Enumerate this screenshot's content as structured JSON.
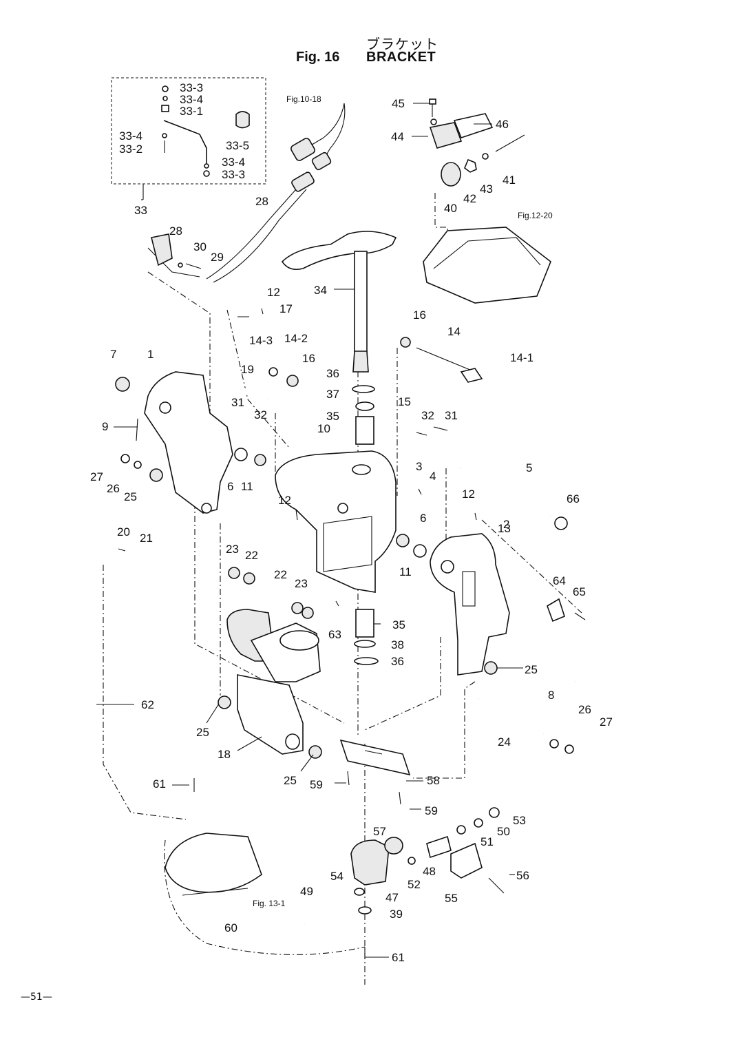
{
  "title": {
    "japanese": "ブラケット",
    "figure": "Fig. 16",
    "name": "BRACKET"
  },
  "page_number": "—51—",
  "cross_references": [
    "Fig.10-18",
    "Fig.12-20",
    "Fig. 13-1"
  ],
  "part_labels": [
    "1",
    "2",
    "3",
    "4",
    "5",
    "6",
    "6",
    "7",
    "8",
    "9",
    "10",
    "11",
    "11",
    "12",
    "12",
    "12",
    "13",
    "14",
    "14-1",
    "14-2",
    "14-3",
    "15",
    "16",
    "16",
    "17",
    "18",
    "19",
    "20",
    "21",
    "22",
    "22",
    "23",
    "23",
    "24",
    "25",
    "25",
    "25",
    "25",
    "26",
    "26",
    "27",
    "27",
    "28",
    "28",
    "29",
    "30",
    "31",
    "31",
    "32",
    "32",
    "33",
    "33-1",
    "33-2",
    "33-3",
    "33-3",
    "33-4",
    "33-4",
    "33-4",
    "33-5",
    "34",
    "35",
    "35",
    "36",
    "36",
    "37",
    "38",
    "39",
    "40",
    "41",
    "42",
    "43",
    "44",
    "45",
    "46",
    "47",
    "48",
    "49",
    "50",
    "51",
    "52",
    "53",
    "54",
    "55",
    "56",
    "57",
    "58",
    "59",
    "59",
    "60",
    "61",
    "61",
    "62",
    "63",
    "64",
    "65",
    "66"
  ]
}
